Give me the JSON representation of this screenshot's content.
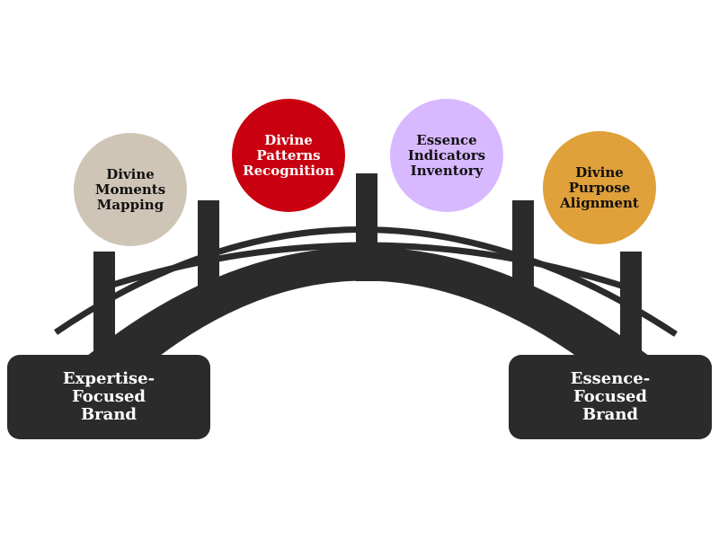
{
  "colors": {
    "bridge": "#2b2b2b",
    "circle_1": "#cfc5b6",
    "circle_2": "#c8000f",
    "circle_3": "#d8b8ff",
    "circle_4": "#e0a03a"
  },
  "circles": [
    {
      "label": "Divine Moments Mapping"
    },
    {
      "label": "Divine Patterns Recognition"
    },
    {
      "label": "Essence Indicators Inventory"
    },
    {
      "label": "Divine Purpose Alignment"
    }
  ],
  "bases": {
    "left": "Expertise-Focused Brand",
    "right": "Essence-Focused Brand"
  }
}
